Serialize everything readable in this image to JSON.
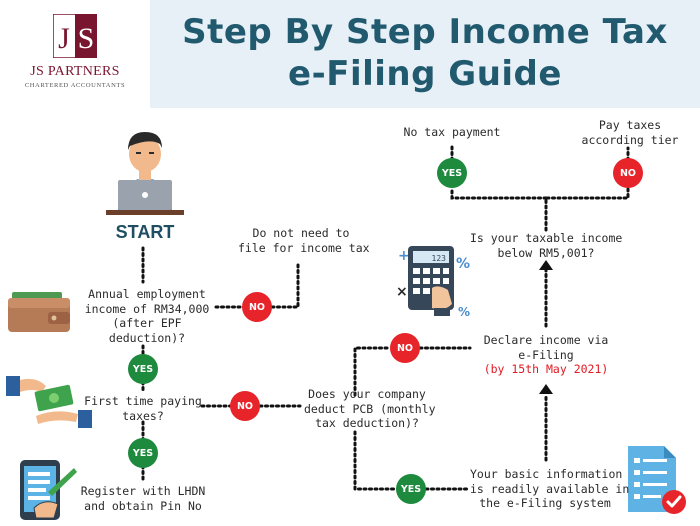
{
  "header": {
    "title_line1": "Step By Step Income Tax",
    "title_line2": "e-Filing Guide"
  },
  "logo": {
    "monogram": "JS",
    "company": "JS PARTNERS",
    "subtitle": "CHARTERED ACCOUNTANTS"
  },
  "flow": {
    "start": "START",
    "annual_income_q": [
      "Annual employment",
      "income of RM34,000",
      "(after EPF",
      "deduction)?"
    ],
    "not_file": [
      "Do not need to",
      "file for income tax"
    ],
    "first_time_q": [
      "First time paying",
      "taxes?"
    ],
    "register": [
      "Register with LHDN",
      "and obtain Pin No"
    ],
    "pcb_q": [
      "Does your company",
      "deduct PCB (monthly",
      "tax deduction)?"
    ],
    "basic_info": [
      "Your basic information",
      "is readily available in",
      "the e-Filing system"
    ],
    "declare": [
      "Declare income via",
      "e-Filing"
    ],
    "declare_deadline": "(by 15th May 2021)",
    "taxable_q": [
      "Is your taxable income",
      "below RM5,001?"
    ],
    "no_tax": "No tax payment",
    "pay_taxes": [
      "Pay taxes",
      "according tier"
    ]
  },
  "badges": {
    "yes": "YES",
    "no": "NO"
  },
  "colors": {
    "title": "#215a6e",
    "header_bg": "#e7eff7",
    "yes": "#1e8a3e",
    "no": "#e8242b",
    "deadline": "#e01b24",
    "logo": "#7a1530"
  },
  "icons": [
    "person-laptop-icon",
    "wallet-icon",
    "money-hand-icon",
    "phone-form-icon",
    "calculator-icon",
    "document-check-icon"
  ]
}
